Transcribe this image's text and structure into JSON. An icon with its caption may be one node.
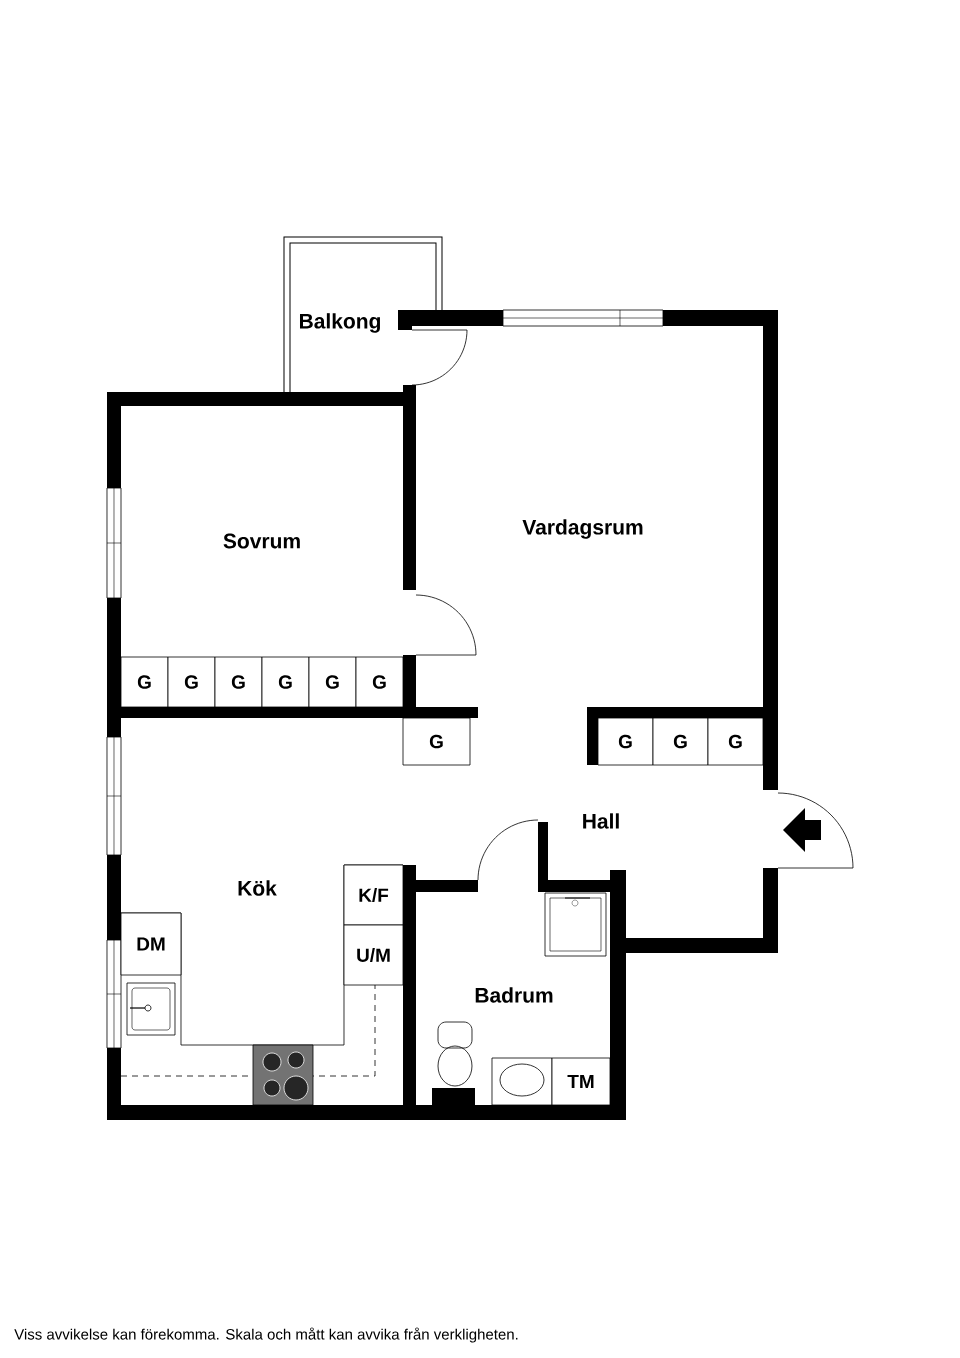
{
  "diagram": {
    "caption": "Viss avvikelse kan förekomma. Skala och mått kan avvika från verkligheten.",
    "labels": [
      "Balkong",
      "Vardagsrum",
      "Sovrum",
      "G",
      "G",
      "G",
      "G",
      "G",
      "G",
      "G",
      "G",
      "G",
      "G",
      "Hall",
      "Kök",
      "K/F",
      "DM",
      "U/M",
      "Badrum",
      "TM"
    ]
  }
}
